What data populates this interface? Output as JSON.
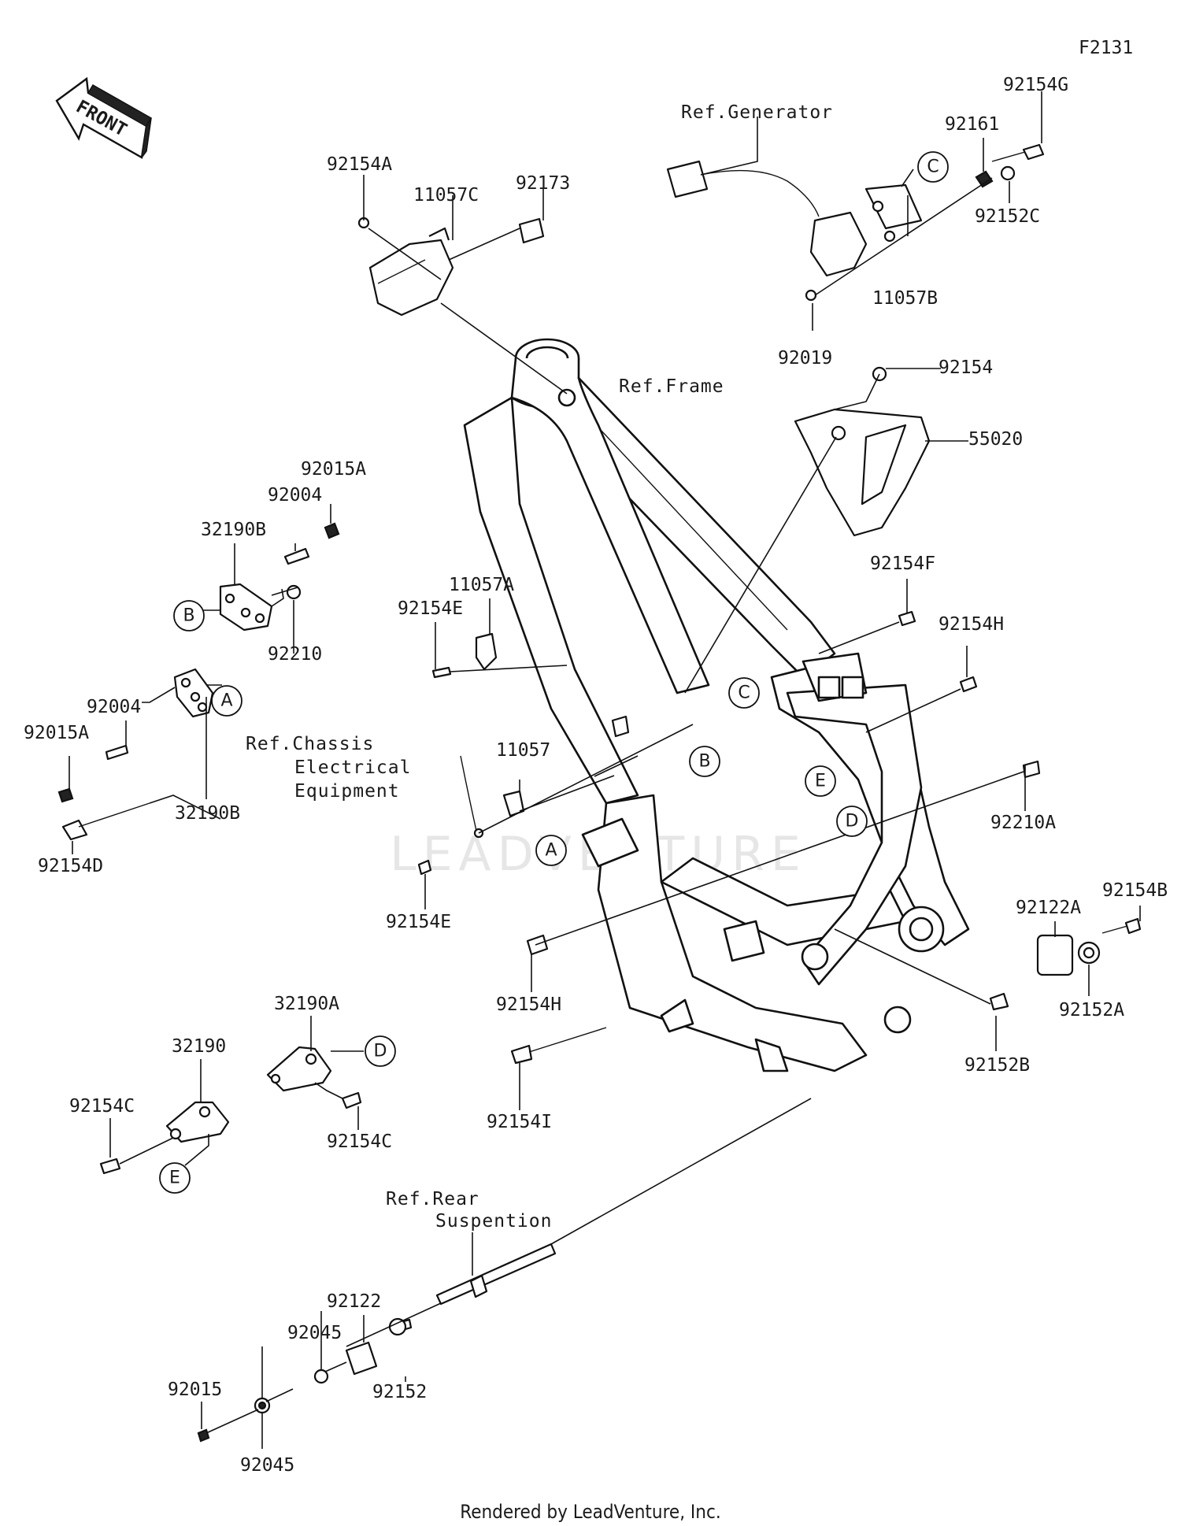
{
  "figure_id": "F2131",
  "front_arrow_label": "FRONT",
  "watermark": "LEADVENTURE",
  "footer": "Rendered by LeadVenture, Inc.",
  "references": {
    "generator": "Ref.Generator",
    "frame": "Ref.Frame",
    "chassis_line1": "Ref.Chassis",
    "chassis_line2": "Electrical",
    "chassis_line3": "Equipment",
    "rear_line1": "Ref.Rear",
    "rear_line2": "Suspention"
  },
  "parts": {
    "p92154G": "92154G",
    "p92161": "92161",
    "p92152C": "92152C",
    "p11057B": "11057B",
    "p92019": "92019",
    "p92154_top": "92154",
    "p55020": "55020",
    "p92154A": "92154A",
    "p11057C": "11057C",
    "p92173": "92173",
    "p92015A_top": "92015A",
    "p92004_top": "92004",
    "p32190B_top": "32190B",
    "p92210": "92210",
    "p11057A": "11057A",
    "p92154E_top": "92154E",
    "p92154F": "92154F",
    "p92154H_right": "92154H",
    "p92004_mid": "92004",
    "p92015A_mid": "92015A",
    "p32190B_mid": "32190B",
    "p92154D": "92154D",
    "p11057": "11057",
    "p92154E_bot": "92154E",
    "p92210A": "92210A",
    "p92154B": "92154B",
    "p92122A": "92122A",
    "p92152A": "92152A",
    "p92154H_bot": "92154H",
    "p92152B": "92152B",
    "p32190A": "32190A",
    "p32190": "32190",
    "p92154C_left": "92154C",
    "p92154C_mid": "92154C",
    "p92154I": "92154I",
    "p92122": "92122",
    "p92045_top": "92045",
    "p92015": "92015",
    "p92152": "92152",
    "p92045_bot": "92045"
  },
  "callouts": {
    "A": "A",
    "B": "B",
    "C": "C",
    "D": "D",
    "E": "E"
  }
}
